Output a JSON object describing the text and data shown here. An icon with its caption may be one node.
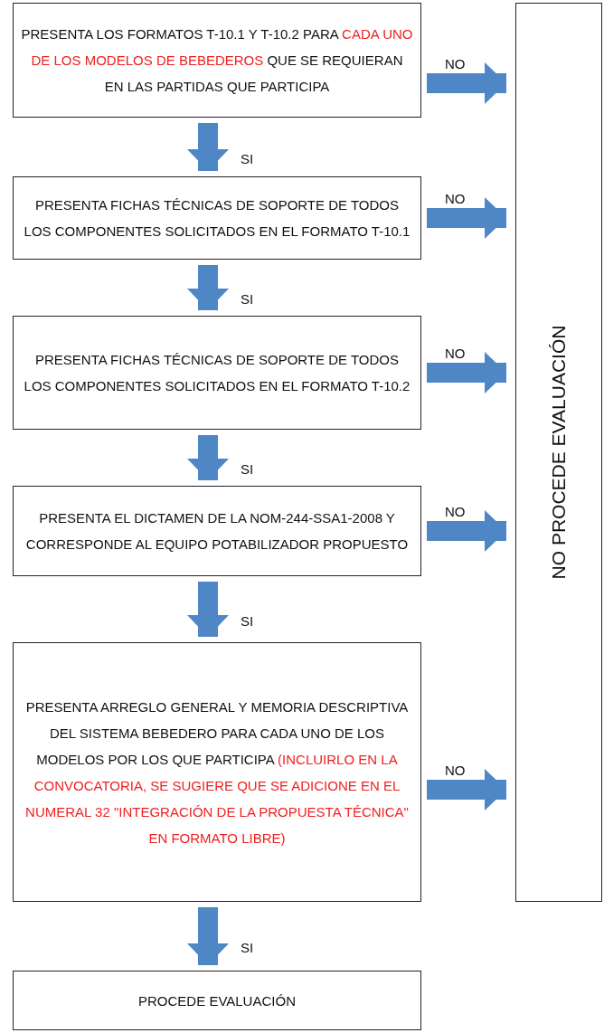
{
  "diagram": {
    "nodes": [
      {
        "text": [
          "PRESENTA LOS FORMATOS T-10.1 Y T-10.2 PARA",
          "CADA UNO DE LOS MODELOS DE BEBEDEROS",
          "QUE SE REQUIERAN EN LAS PARTIDAS QUE PARTICIPA"
        ]
      },
      {
        "text": [
          "PRESENTA FICHAS TÉCNICAS DE SOPORTE DE TODOS LOS COMPONENTES SOLICITADOS EN EL FORMATO T-10.1"
        ]
      },
      {
        "text": [
          "PRESENTA FICHAS TÉCNICAS DE SOPORTE DE TODOS LOS COMPONENTES SOLICITADOS EN EL FORMATO T-10.2"
        ]
      },
      {
        "text": [
          "PRESENTA EL DICTAMEN DE LA NOM-244-SSA1-2008 Y CORRESPONDE AL EQUIPO POTABILIZADOR PROPUESTO"
        ]
      },
      {
        "text": [
          "PRESENTA ARREGLO GENERAL Y MEMORIA DESCRIPTIVA DEL SISTEMA BEBEDERO PARA CADA UNO DE LOS MODELOS POR LOS QUE PARTICIPA",
          "(INCLUIRLO EN LA CONVOCATORIA, SE SUGIERE QUE SE ADICIONE EN EL NUMERAL 32 \"INTEGRACIÓN DE LA PROPUESTA TÉCNICA\" EN FORMATO LIBRE)"
        ]
      },
      {
        "text": [
          "PROCEDE EVALUACIÓN"
        ]
      },
      {
        "text": [
          "NO PROCEDE EVALUACIÓN"
        ]
      }
    ],
    "edges": [
      {
        "from": 0,
        "to": 1,
        "arrow": "to",
        "label": "SI"
      },
      {
        "from": 1,
        "to": 2,
        "arrow": "to",
        "label": "SI"
      },
      {
        "from": 2,
        "to": 3,
        "arrow": "to",
        "label": "SI"
      },
      {
        "from": 3,
        "to": 4,
        "arrow": "to",
        "label": "SI"
      },
      {
        "from": 4,
        "to": 5,
        "arrow": "to",
        "label": "SI"
      },
      {
        "from": 0,
        "to": 6,
        "arrow": "to",
        "label": "NO"
      },
      {
        "from": 1,
        "to": 6,
        "arrow": "to",
        "label": "NO"
      },
      {
        "from": 2,
        "to": 6,
        "arrow": "to",
        "label": "NO"
      },
      {
        "from": 3,
        "to": 6,
        "arrow": "to",
        "label": "NO"
      },
      {
        "from": 4,
        "to": 6,
        "arrow": "to",
        "label": "NO"
      }
    ]
  }
}
